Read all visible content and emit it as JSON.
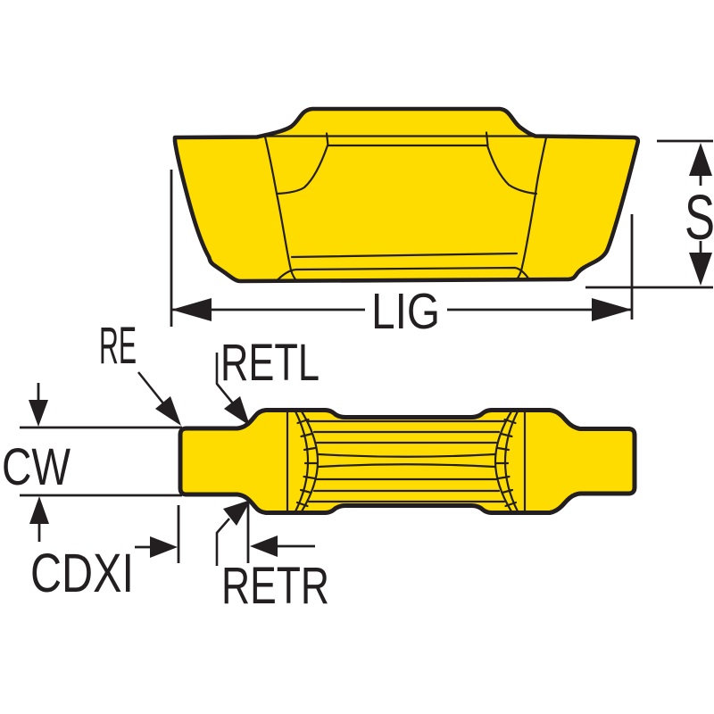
{
  "figure": {
    "colors": {
      "insert_fill": "#FFDC00",
      "line": "#231F20",
      "background": "#FFFFFF"
    },
    "labels": {
      "s": "S",
      "lig": "LIG",
      "re": "RE",
      "retl": "RETL",
      "cw": "CW",
      "cdxi": "CDXI",
      "retr": "RETR"
    }
  }
}
